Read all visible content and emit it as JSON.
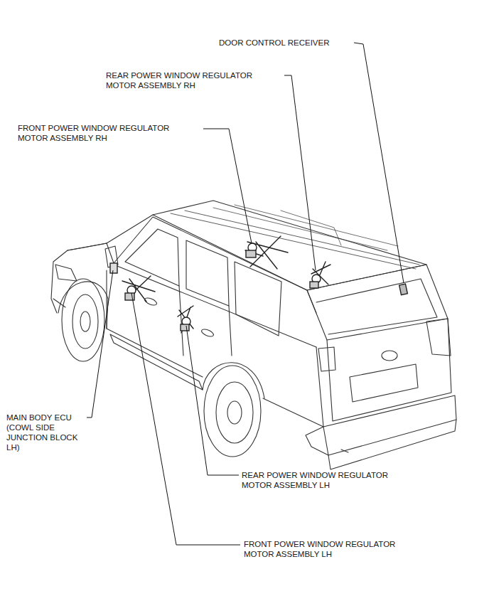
{
  "diagram": {
    "labels": [
      "DOOR CONTROL RECEIVER",
      "REAR POWER WINDOW REGULATOR MOTOR ASSEMBLY RH",
      "FRONT POWER WINDOW REGULATOR MOTOR ASSEMBLY RH",
      "MAIN BODY ECU (COWL SIDE JUNCTION BLOCK LH)",
      "REAR POWER WINDOW REGULATOR MOTOR ASSEMBLY LH",
      "FRONT POWER WINDOW REGULATOR MOTOR ASSEMBLY LH"
    ]
  }
}
